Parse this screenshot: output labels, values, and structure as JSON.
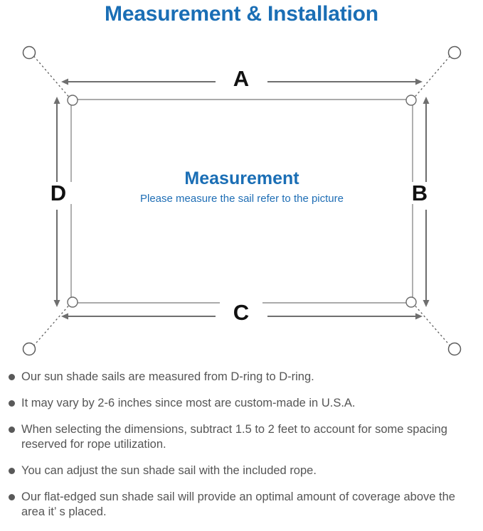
{
  "title": "Measurement & Installation",
  "diagram": {
    "sail": {
      "heading": "Measurement",
      "subheading": "Please measure the sail refer to the picture"
    },
    "dimensions": {
      "top": "A",
      "right": "B",
      "bottom": "C",
      "left": "D"
    },
    "icons": {
      "anchor_point": "anchor-ring-icon",
      "d_ring": "d-ring-icon",
      "rope": "dotted-rope-line",
      "dimension_arrow": "double-headed-arrow"
    },
    "colors": {
      "accent_blue": "#1a6eb5",
      "line_gray": "#777777",
      "sail_border": "#8a8a8a",
      "letter_black": "#111111"
    }
  },
  "notes": [
    "Our sun shade sails are measured from D-ring to D-ring.",
    "It may vary by 2-6 inches since most are custom-made in U.S.A.",
    "When selecting the dimensions, subtract 1.5 to 2 feet to account for some spacing reserved for rope utilization.",
    "You can adjust the sun shade sail with the included rope.",
    "Our flat-edged sun shade sail will provide an optimal amount of coverage above the area it’ s placed."
  ]
}
